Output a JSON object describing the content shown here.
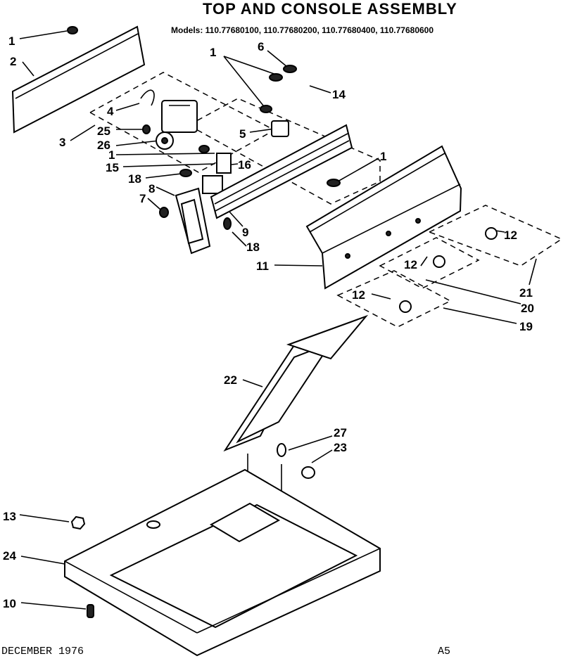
{
  "title": "TOP AND CONSOLE ASSEMBLY",
  "models": "Models: 110.77680100, 110.77680200, 110.77680400, 110.77680600",
  "footer": {
    "date": "DECEMBER 1976",
    "page": "A5"
  },
  "callouts": {
    "c1a": "1",
    "c2": "2",
    "c3": "3",
    "c4": "4",
    "c25": "25",
    "c26": "26",
    "c1b": "1",
    "c15": "15",
    "c18a": "18",
    "c8": "8",
    "c7": "7",
    "c1c": "1",
    "c6": "6",
    "c14": "14",
    "c5": "5",
    "c16": "16",
    "c1d": "1",
    "c9": "9",
    "c18b": "18",
    "c11": "11",
    "c12a": "12",
    "c12b": "12",
    "c12c": "12",
    "c21": "21",
    "c20": "20",
    "c19": "19",
    "c22": "22",
    "c27": "27",
    "c23": "23",
    "c13": "13",
    "c24": "24",
    "c10": "10"
  }
}
